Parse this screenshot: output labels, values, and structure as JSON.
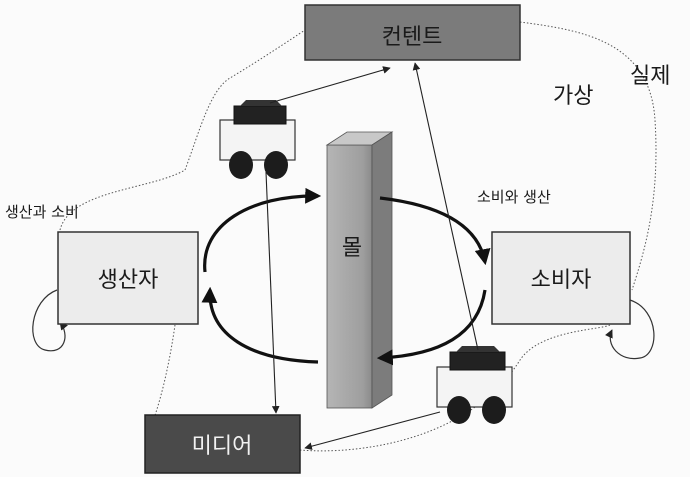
{
  "diagram": {
    "nodes": {
      "content": "컨텐트",
      "producer": "생산자",
      "consumer": "소비자",
      "media": "미디어",
      "mall": "몰"
    },
    "labels": {
      "produce_consume": "생산과 소비",
      "consume_produce": "소비와 생산",
      "virtual": "가상",
      "real": "실제"
    }
  },
  "colors": {
    "content_fill": "#7b7b7b",
    "media_fill": "#4a4a4a",
    "box_fill": "#ececec",
    "mall_fill": "#a9a9a9",
    "line": "#222222"
  },
  "icons": [
    "cart-icon-top",
    "cart-icon-bottom"
  ]
}
